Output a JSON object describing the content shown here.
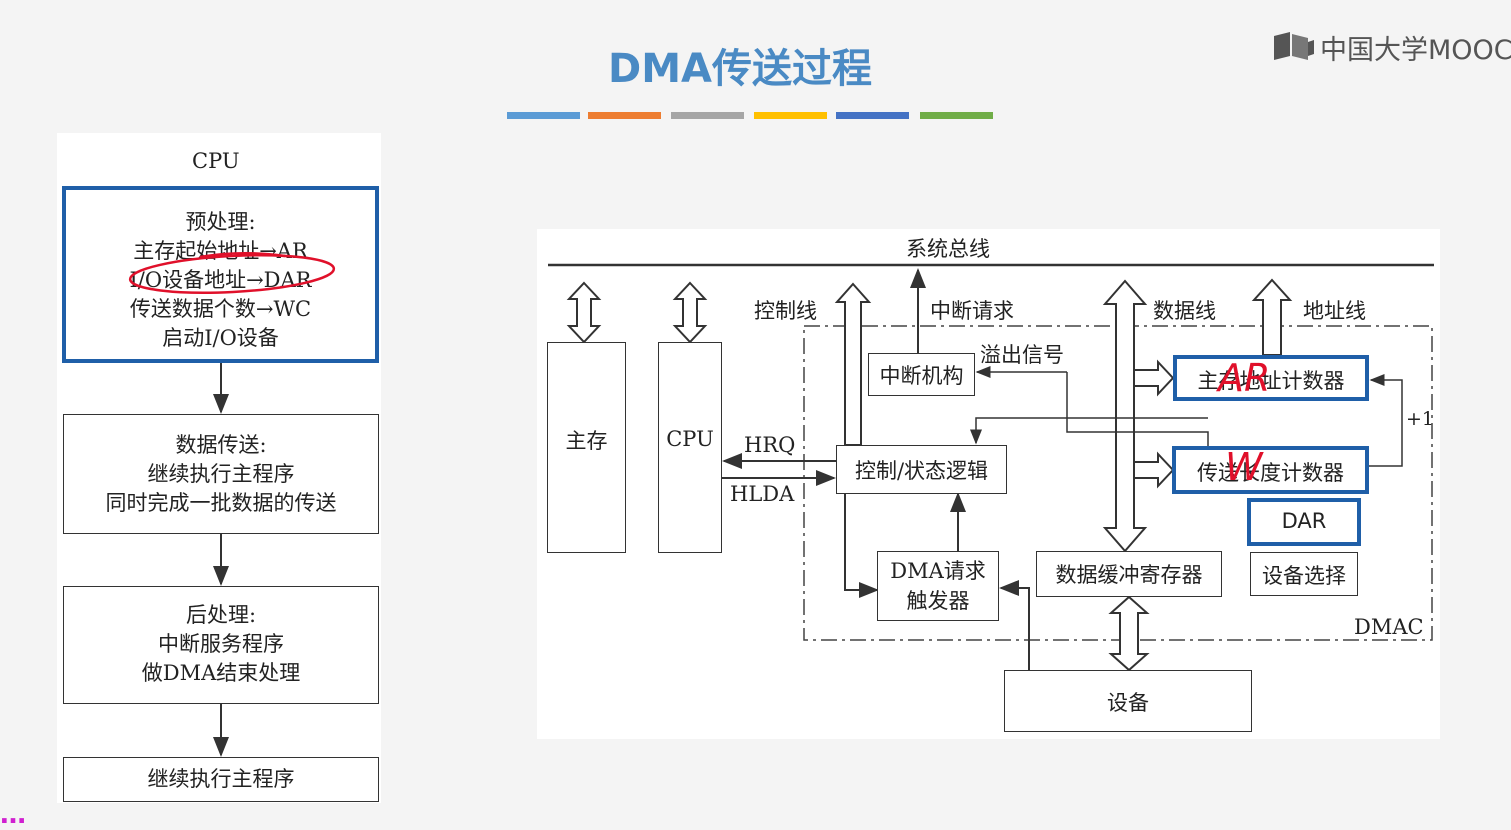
{
  "title": "DMA传送过程",
  "logo": {
    "text": "中国大学MOOC",
    "icon": "mooc-logo-icon"
  },
  "color_bar": [
    "#5b9bd5",
    "#ed7d31",
    "#a5a5a5",
    "#ffc000",
    "#4472c4",
    "#70ad47"
  ],
  "flowchart": {
    "cpu_label": "CPU",
    "preprocess": [
      "预处理:",
      "主存起始地址→AR",
      "I/O设备地址→DAR",
      "传送数据个数→WC",
      "启动I/O设备"
    ],
    "transfer": [
      "数据传送:",
      "继续执行主程序",
      "同时完成一批数据的传送"
    ],
    "postprocess": [
      "后处理:",
      "中断服务程序",
      "做DMA结束处理"
    ],
    "continue": "继续执行主程序"
  },
  "diagram": {
    "system_bus": "系统总线",
    "control_line": "控制线",
    "interrupt_request": "中断请求",
    "data_line": "数据线",
    "address_line": "地址线",
    "overflow_signal": "溢出信号",
    "plus_one": "+1",
    "hrq": "HRQ",
    "hlda": "HLDA",
    "dmac": "DMAC",
    "main_memory": "主存",
    "cpu": "CPU",
    "interrupt_unit": "中断机构",
    "control_logic": "控制/状态逻辑",
    "addr_counter": "主存地址计数器",
    "len_counter": "传送长度计数器",
    "dar": "DAR",
    "device_select": "设备选择",
    "dma_trigger": [
      "DMA请求",
      "触发器"
    ],
    "data_buffer": "数据缓冲寄存器",
    "device": "设备"
  },
  "annotations": {
    "ar": "AR",
    "wc": "W"
  },
  "bottom_text": "…"
}
